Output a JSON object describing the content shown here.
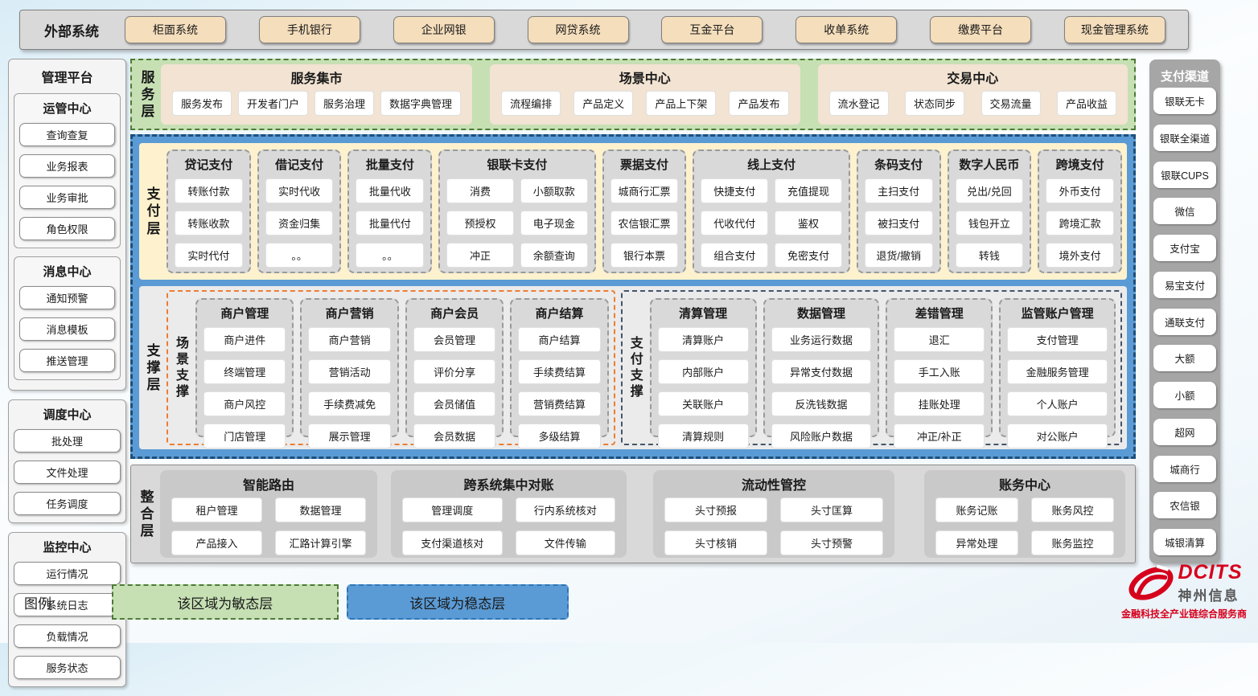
{
  "external_systems": {
    "label": "外部系统",
    "items": [
      "柜面系统",
      "手机银行",
      "企业网银",
      "网贷系统",
      "互金平台",
      "收单系统",
      "缴费平台",
      "现金管理系统"
    ]
  },
  "management_platform": {
    "title": "管理平台",
    "inner_groups": [
      {
        "title": "运管中心",
        "items": [
          "查询查复",
          "业务报表",
          "业务审批",
          "角色权限"
        ]
      },
      {
        "title": "消息中心",
        "items": [
          "通知预警",
          "消息模板",
          "推送管理"
        ]
      }
    ],
    "outer_groups": [
      {
        "title": "调度中心",
        "items": [
          "批处理",
          "文件处理",
          "任务调度"
        ]
      },
      {
        "title": "监控中心",
        "items": [
          "运行情况",
          "系统日志",
          "负载情况",
          "服务状态"
        ]
      }
    ]
  },
  "service_layer": {
    "label": "服务层",
    "panels": [
      {
        "title": "服务集市",
        "items": [
          "服务发布",
          "开发者门户",
          "服务治理",
          "数据字典管理"
        ]
      },
      {
        "title": "场景中心",
        "items": [
          "流程编排",
          "产品定义",
          "产品上下架",
          "产品发布"
        ]
      },
      {
        "title": "交易中心",
        "items": [
          "流水登记",
          "状态同步",
          "交易流量",
          "产品收益"
        ]
      }
    ]
  },
  "payment_layer": {
    "label": "支付层",
    "columns": [
      {
        "title": "贷记支付",
        "items": [
          "转账付款",
          "转账收款",
          "实时代付"
        ]
      },
      {
        "title": "借记支付",
        "items": [
          "实时代收",
          "资金归集",
          "。。"
        ]
      },
      {
        "title": "批量支付",
        "items": [
          "批量代收",
          "批量代付",
          "。。"
        ]
      },
      {
        "title": "银联卡支付",
        "items": [
          "消费",
          "小额取款",
          "预授权",
          "电子现金",
          "冲正",
          "余额查询"
        ]
      },
      {
        "title": "票据支付",
        "items": [
          "城商行汇票",
          "农信银汇票",
          "银行本票"
        ]
      },
      {
        "title": "线上支付",
        "items": [
          "快捷支付",
          "充值提现",
          "代收代付",
          "鉴权",
          "组合支付",
          "免密支付"
        ]
      },
      {
        "title": "条码支付",
        "items": [
          "主扫支付",
          "被扫支付",
          "退货/撤销"
        ]
      },
      {
        "title": "数字人民币",
        "items": [
          "兑出/兑回",
          "钱包开立",
          "转钱"
        ]
      },
      {
        "title": "跨境支付",
        "items": [
          "外币支付",
          "跨境汇款",
          "境外支付"
        ]
      }
    ]
  },
  "support_layer": {
    "label": "支撑层",
    "scenario_support": {
      "label": "场景支撑",
      "columns": [
        {
          "title": "商户管理",
          "items": [
            "商户进件",
            "终端管理",
            "商户风控",
            "门店管理"
          ]
        },
        {
          "title": "商户营销",
          "items": [
            "商户营销",
            "营销活动",
            "手续费减免",
            "展示管理"
          ]
        },
        {
          "title": "商户会员",
          "items": [
            "会员管理",
            "评价分享",
            "会员储值",
            "会员数据"
          ]
        },
        {
          "title": "商户结算",
          "items": [
            "商户结算",
            "手续费结算",
            "营销费结算",
            "多级结算"
          ]
        }
      ]
    },
    "payment_support": {
      "label": "支付支撑",
      "columns": [
        {
          "title": "清算管理",
          "items": [
            "清算账户",
            "内部账户",
            "关联账户",
            "清算规则"
          ]
        },
        {
          "title": "数据管理",
          "items": [
            "业务运行数据",
            "异常支付数据",
            "反洗钱数据",
            "风险账户数据"
          ]
        },
        {
          "title": "差错管理",
          "items": [
            "退汇",
            "手工入账",
            "挂账处理",
            "冲正/补正"
          ]
        },
        {
          "title": "监管账户管理",
          "items": [
            "支付管理",
            "金融服务管理",
            "个人账户",
            "对公账户"
          ]
        }
      ]
    }
  },
  "integration_layer": {
    "label": "整合层",
    "panels": [
      {
        "title": "智能路由",
        "items": [
          "租户管理",
          "数据管理",
          "产品接入",
          "汇路计算引擎"
        ]
      },
      {
        "title": "跨系统集中对账",
        "items": [
          "管理调度",
          "行内系统核对",
          "支付渠道核对",
          "文件传输"
        ]
      },
      {
        "title": "流动性管控",
        "items": [
          "头寸预报",
          "头寸匡算",
          "头寸核销",
          "头寸预警"
        ]
      },
      {
        "title": "账务中心",
        "items": [
          "账务记账",
          "账务风控",
          "异常处理",
          "账务监控"
        ]
      }
    ]
  },
  "payment_channels": {
    "title": "支付渠道",
    "items": [
      "银联无卡",
      "银联全渠道",
      "银联CUPS",
      "微信",
      "支付宝",
      "易宝支付",
      "通联支付",
      "大额",
      "小额",
      "超网",
      "城商行",
      "农信银",
      "城银清算"
    ]
  },
  "legend": {
    "label": "图例:",
    "agile": "该区域为敏态层",
    "stable": "该区域为稳态层"
  },
  "logo": {
    "brand": "DCITS",
    "name": "神州信息",
    "tagline": "金融科技全产业链综合服务商"
  },
  "colors": {
    "agile_green": "#c6e0b4",
    "stable_blue": "#5b9bd5",
    "cream_button": "#f5debc",
    "service_panel_tan": "#f2e3d3",
    "payment_panel_cream": "#fdf2cd",
    "module_gray": "#d9d9d9",
    "scenario_border_orange": "#ed7d31",
    "payment_support_border_navy": "#44546a",
    "brand_red": "#d6001c"
  }
}
